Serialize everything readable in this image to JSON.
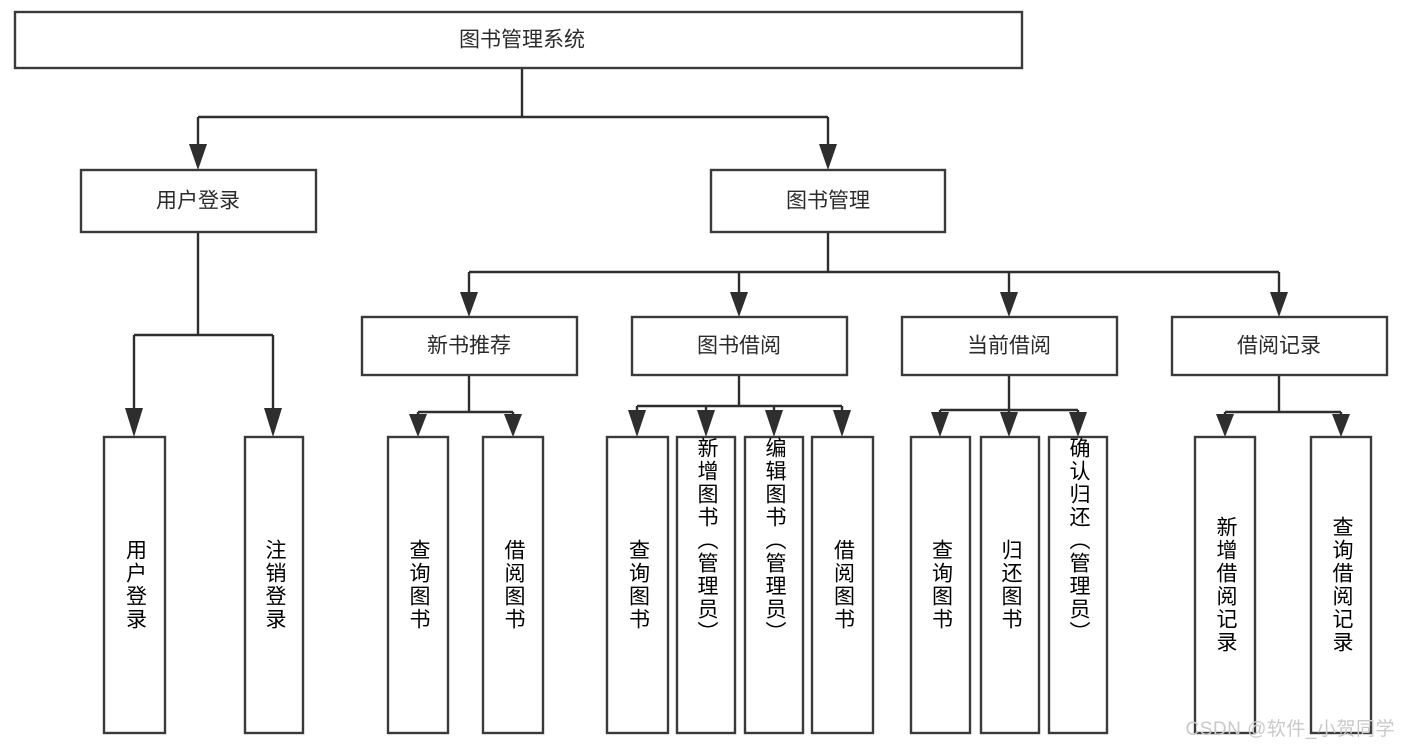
{
  "diagram": {
    "type": "tree-hierarchy",
    "title": "图书管理系统",
    "watermark": "CSDN @软件_小贺同学",
    "root": {
      "id": "root",
      "label": "图书管理系统",
      "orientation": "horizontal"
    },
    "level2": [
      {
        "id": "user-login",
        "label": "用户登录",
        "orientation": "horizontal"
      },
      {
        "id": "book-manage",
        "label": "图书管理",
        "orientation": "horizontal"
      }
    ],
    "level3": [
      {
        "id": "new-book-recommend",
        "label": "新书推荐",
        "orientation": "horizontal",
        "parent": "book-manage"
      },
      {
        "id": "book-borrow",
        "label": "图书借阅",
        "orientation": "horizontal",
        "parent": "book-manage"
      },
      {
        "id": "current-borrow",
        "label": "当前借阅",
        "orientation": "horizontal",
        "parent": "book-manage"
      },
      {
        "id": "borrow-record",
        "label": "借阅记录",
        "orientation": "horizontal",
        "parent": "book-manage"
      }
    ],
    "leaves": [
      {
        "id": "leaf-user-login",
        "label": "用户登录",
        "orientation": "vertical",
        "parent": "user-login"
      },
      {
        "id": "leaf-user-logout",
        "label": "注销登录",
        "orientation": "vertical",
        "parent": "user-login"
      },
      {
        "id": "leaf-query-book-1",
        "label": "查询图书",
        "orientation": "vertical",
        "parent": "new-book-recommend"
      },
      {
        "id": "leaf-borrow-book-1",
        "label": "借阅图书",
        "orientation": "vertical",
        "parent": "new-book-recommend"
      },
      {
        "id": "leaf-query-book-2",
        "label": "查询图书",
        "orientation": "vertical",
        "parent": "book-borrow"
      },
      {
        "id": "leaf-add-book",
        "label": "新增图书（管理员）",
        "orientation": "vertical",
        "parent": "book-borrow"
      },
      {
        "id": "leaf-edit-book",
        "label": "编辑图书（管理员）",
        "orientation": "vertical",
        "parent": "book-borrow"
      },
      {
        "id": "leaf-borrow-book-2",
        "label": "借阅图书",
        "orientation": "vertical",
        "parent": "book-borrow"
      },
      {
        "id": "leaf-query-book-3",
        "label": "查询图书",
        "orientation": "vertical",
        "parent": "current-borrow"
      },
      {
        "id": "leaf-return-book",
        "label": "归还图书",
        "orientation": "vertical",
        "parent": "current-borrow"
      },
      {
        "id": "leaf-confirm-return",
        "label": "确认归还（管理员）",
        "orientation": "vertical",
        "parent": "current-borrow"
      },
      {
        "id": "leaf-add-record",
        "label": "新增借阅记录",
        "orientation": "vertical",
        "parent": "borrow-record"
      },
      {
        "id": "leaf-query-record",
        "label": "查询借阅记录",
        "orientation": "vertical",
        "parent": "borrow-record"
      }
    ],
    "colors": {
      "box_fill": "#ffffff",
      "box_stroke": "#3a3a3a",
      "connector": "#2e2e2e",
      "text": "#2b2b2b",
      "watermark": "#c9c9c9",
      "background": "#ffffff"
    }
  }
}
